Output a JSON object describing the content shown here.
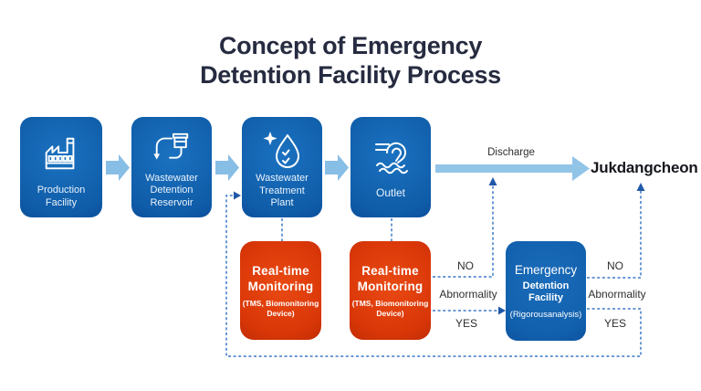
{
  "title": {
    "line1": "Concept of Emergency",
    "line2": "Detention Facility Process"
  },
  "process": {
    "box1": {
      "lines": [
        "Production",
        "Facility"
      ]
    },
    "box2": {
      "lines": [
        "Wastewater",
        "Detention",
        "Reservoir"
      ]
    },
    "box3": {
      "lines": [
        "Wastewater",
        "Treatment",
        "Plant"
      ]
    },
    "box4": {
      "lines": [
        "Outlet"
      ]
    }
  },
  "monitoring": {
    "box1": {
      "title_lines": [
        "Real-time",
        "Monitoring"
      ],
      "sub_lines": [
        "(TMS, Biomonitoring",
        "Device)"
      ]
    },
    "box2": {
      "title_lines": [
        "Real-time",
        "Monitoring"
      ],
      "sub_lines": [
        "(TMS, Biomonitoring",
        "Device)"
      ]
    }
  },
  "emergency": {
    "line1": "Emergency",
    "line2": "Detention Facility",
    "line3": "(Rigorousanalysis)"
  },
  "decision_left": {
    "no": "NO",
    "abnormality": "Abnormality",
    "yes": "YES"
  },
  "decision_right": {
    "no": "NO",
    "abnormality": "Abnormality",
    "yes": "YES"
  },
  "discharge": {
    "label": "Discharge",
    "destination": "Jukdangcheon"
  },
  "icons": {
    "box1": "factory-icon",
    "box2": "detention-reservoir-icon",
    "box3": "treatment-droplet-icon",
    "box4": "outlet-icon"
  },
  "colors": {
    "title_text": "#262b40",
    "process_box": "#0f5ca8",
    "process_box_light": "#1b72c0",
    "process_box_dark": "#0b4f9c",
    "monitoring_box": "#da3708",
    "monitoring_box_light": "#e94a13",
    "monitoring_box_dark": "#c02d04",
    "emergency_box": "#1160ad",
    "emergency_box_light": "#1a6cba",
    "emergency_box_dark": "#0d53a0",
    "flow_arrow": "#87bee6",
    "discharge_arrow": "#92c4e8",
    "dashed_line": "#3c78c6",
    "arrowhead": "#2058a8",
    "label_text": "#2f2f2f",
    "river_text": "#15171c"
  }
}
